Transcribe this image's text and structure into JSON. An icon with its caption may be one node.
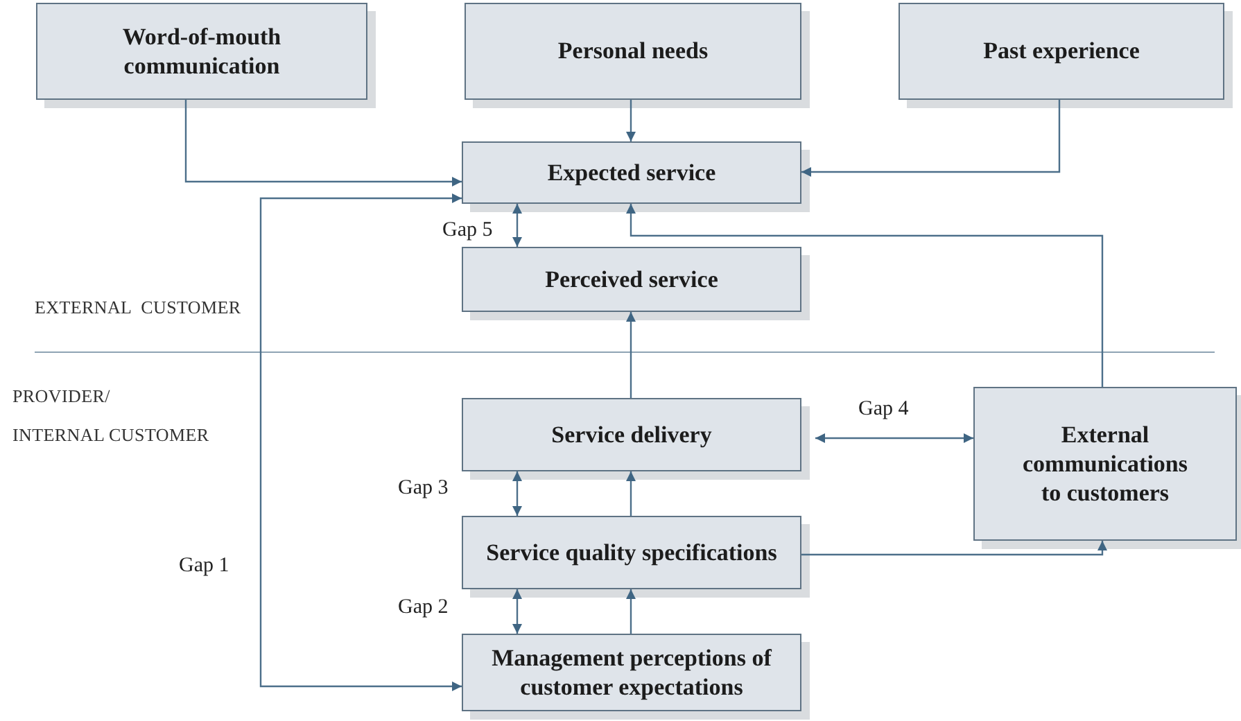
{
  "diagram": {
    "nodes": [
      {
        "text": [
          "Word-of-mouth communication"
        ]
      },
      {
        "text": [
          "Personal needs"
        ]
      },
      {
        "text": [
          "Past experience"
        ]
      },
      {
        "text": [
          "Expected service"
        ]
      },
      {
        "text": [
          "Perceived service"
        ]
      },
      {
        "text": [
          "Service delivery"
        ]
      },
      {
        "text": [
          "Service quality specifications"
        ]
      },
      {
        "text": [
          "Management perceptions of customer expectations"
        ]
      },
      {
        "text": [
          "External communications to customers"
        ]
      }
    ],
    "edges": [
      {
        "from": 0,
        "to": 3,
        "arrow": "to"
      },
      {
        "from": 1,
        "to": 3,
        "arrow": "to"
      },
      {
        "from": 2,
        "to": 3,
        "arrow": "to"
      },
      {
        "from": 7,
        "to": 3,
        "arrow": "both",
        "label": "Gap 1"
      },
      {
        "from": 3,
        "to": 4,
        "arrow": "both",
        "label": "Gap 5"
      },
      {
        "from": 5,
        "to": 4,
        "arrow": "to"
      },
      {
        "from": 8,
        "to": 3,
        "arrow": "to"
      },
      {
        "from": 5,
        "to": 8,
        "arrow": "both",
        "label": "Gap 4"
      },
      {
        "from": 6,
        "to": 8,
        "arrow": "to"
      },
      {
        "from": 5,
        "to": 6,
        "arrow": "both",
        "label": "Gap 3"
      },
      {
        "from": 6,
        "to": 5,
        "arrow": "to"
      },
      {
        "from": 6,
        "to": 7,
        "arrow": "both",
        "label": "Gap 2"
      },
      {
        "from": 7,
        "to": 6,
        "arrow": "to"
      }
    ],
    "labels": [
      "EXTERNAL  CUSTOMER",
      "PROVIDER/",
      "INTERNAL CUSTOMER"
    ]
  }
}
